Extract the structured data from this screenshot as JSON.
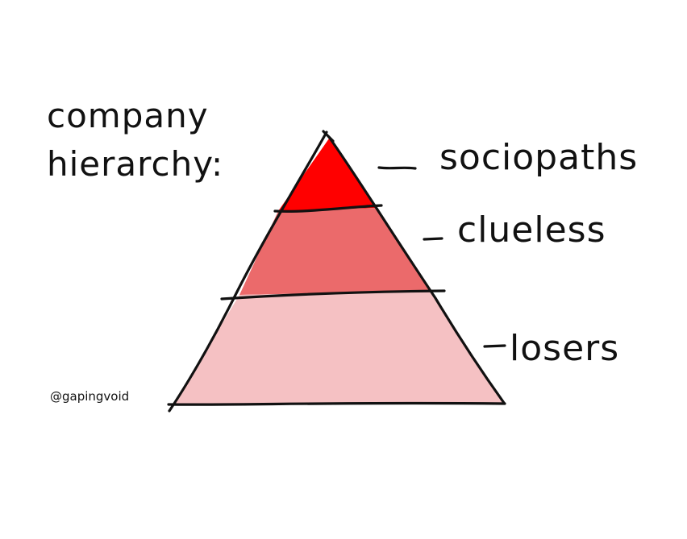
{
  "title": {
    "line1": "company",
    "line2": "hierarchy:"
  },
  "levels": [
    {
      "label": "sociopaths",
      "dash": "—",
      "color": "#FF0000"
    },
    {
      "label": "clueless",
      "dash": "_",
      "color": "#EB6A6B"
    },
    {
      "label": "losers",
      "dash": "-",
      "color": "#F5C1C3"
    }
  ],
  "credit": "@gapingvoid",
  "colors": {
    "ink": "#111111",
    "background": "#FFFFFF"
  }
}
